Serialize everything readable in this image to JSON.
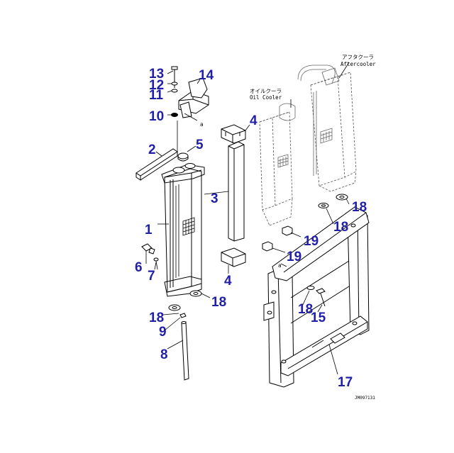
{
  "labels": {
    "oil_cooler_jp": "オイルクーラ",
    "oil_cooler": "Oil Cooler",
    "aftercooler_jp": "アフタクーラ",
    "aftercooler": "Aftercooler",
    "ref_a": "a",
    "drawing_number": "JM097131"
  },
  "callouts": {
    "c1": "1",
    "c2": "2",
    "c3": "3",
    "c4": "4",
    "c5": "5",
    "c6": "6",
    "c7": "7",
    "c8": "8",
    "c9": "9",
    "c10": "10",
    "c11": "11",
    "c12": "12",
    "c13": "13",
    "c14": "14",
    "c15": "15",
    "c17": "17",
    "c18": "18",
    "c19": "19"
  },
  "colors": {
    "callout": "#1f1fa8",
    "line": "#000000",
    "background": "#ffffff"
  }
}
